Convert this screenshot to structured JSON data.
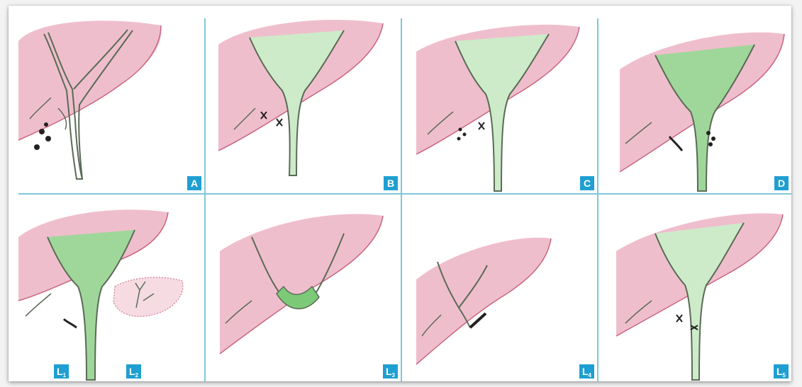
{
  "colors": {
    "liver": "#ecb3c3",
    "liver_edge": "#c9657f",
    "duct_fill": "#cdebc9",
    "duct_fill_strong": "#9fd79a",
    "duct_outline": "#5a6b56",
    "badge": "#1f9fd1",
    "divider": "#7fc8d8"
  },
  "panels": [
    {
      "label": "A",
      "sub": ""
    },
    {
      "label": "B",
      "sub": ""
    },
    {
      "label": "C",
      "sub": ""
    },
    {
      "label": "D",
      "sub": ""
    },
    {
      "label": "L",
      "sub": "1"
    },
    {
      "label": "L",
      "sub": "2"
    },
    {
      "label": "L",
      "sub": "3"
    },
    {
      "label": "L",
      "sub": "4"
    },
    {
      "label": "L",
      "sub": "5"
    }
  ],
  "illustrations": [
    {
      "icon": "bile-duct-cystic-leak-icon"
    },
    {
      "icon": "bile-duct-aberrant-clipped-icon"
    },
    {
      "icon": "bile-duct-aberrant-leak-icon"
    },
    {
      "icon": "bile-duct-lateral-injury-icon"
    },
    {
      "icon": "bile-duct-transection-icon"
    },
    {
      "icon": "bile-duct-hilar-stricture-icon"
    },
    {
      "icon": "bile-duct-right-duct-injury-icon"
    },
    {
      "icon": "bile-duct-cbd-clipped-icon"
    }
  ]
}
